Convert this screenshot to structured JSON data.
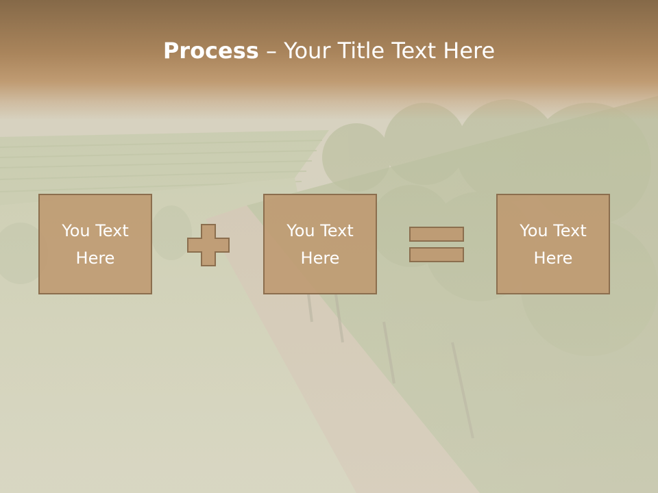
{
  "title": {
    "bold": "Process",
    "rest": " – Your Title Text Here"
  },
  "boxes": [
    {
      "label": "You Text\nHere"
    },
    {
      "label": "You Text\nHere"
    },
    {
      "label": "You Text\nHere"
    }
  ],
  "operators": [
    "plus-icon",
    "equals-icon"
  ],
  "colors": {
    "title_band": "#a9855c",
    "box_fill": "#be9870",
    "box_border": "#8b6e4e",
    "text": "#ffffff"
  }
}
